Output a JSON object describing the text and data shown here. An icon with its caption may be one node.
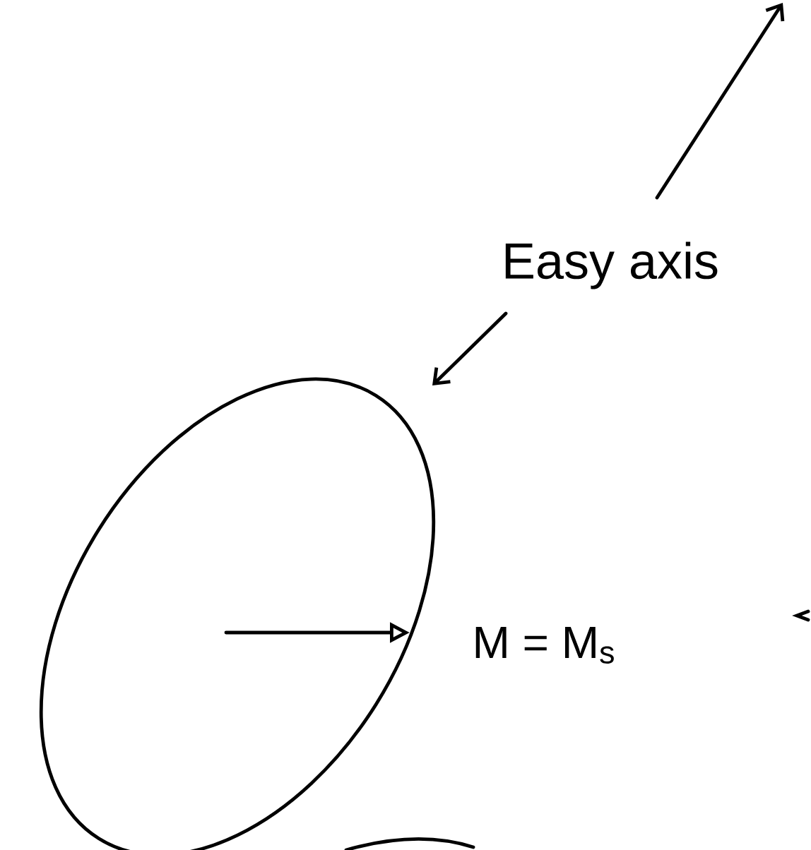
{
  "diagram": {
    "nodes": [
      {
        "text": [],
        "shape": "ellipse"
      }
    ],
    "labels": [
      "Easy axis",
      "M = M$_{s}$"
    ]
  }
}
